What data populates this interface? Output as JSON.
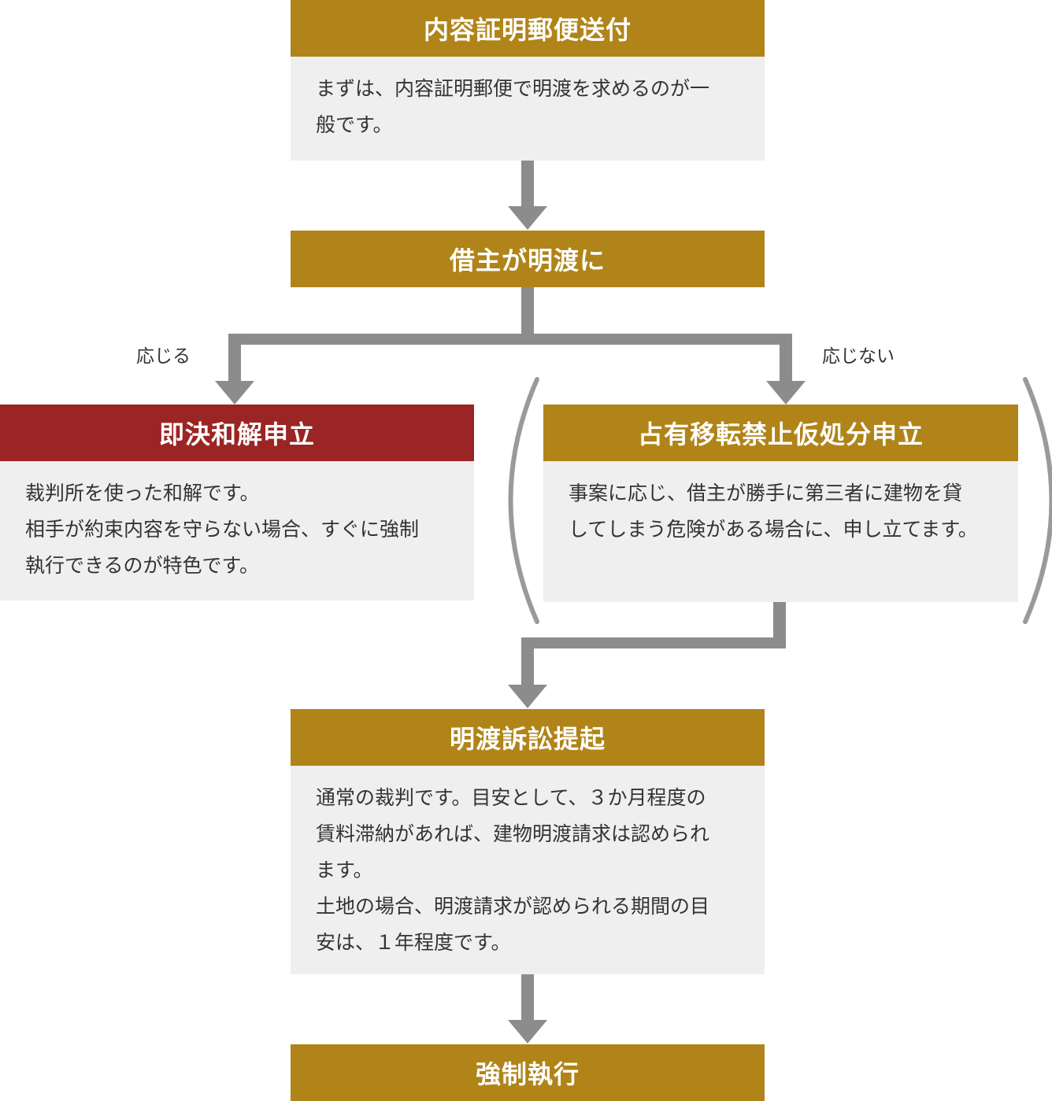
{
  "nodes": {
    "notice": {
      "title": "内容証明郵便送付",
      "body": "まずは、内容証明郵便で明渡を求めるのが一\n般です。"
    },
    "tenant": {
      "title": "借主が明渡に"
    },
    "settlement": {
      "title": "即決和解申立",
      "body": "裁判所を使った和解です。\n相手が約束内容を守らない場合、すぐに強制\n執行できるのが特色です。"
    },
    "injunction": {
      "title": "占有移転禁止仮処分申立",
      "body": "事案に応じ、借主が勝手に第三者に建物を貸\nしてしまう危険がある場合に、申し立てます。"
    },
    "lawsuit": {
      "title": "明渡訴訟提起",
      "body": "通常の裁判です。目安として、３か月程度の\n賃料滞納があれば、建物明渡請求は認められ\nます。\n土地の場合、明渡請求が認められる期間の目\n安は、１年程度です。"
    },
    "execution": {
      "title": "強制執行"
    }
  },
  "edges": {
    "agree_label": "応じる",
    "disagree_label": "応じない"
  },
  "colors": {
    "header_gold": "#b08418",
    "header_red": "#9b2424",
    "body_bg": "#efefef",
    "connector": "#8c8c8c",
    "paren": "#9a9a9a"
  }
}
